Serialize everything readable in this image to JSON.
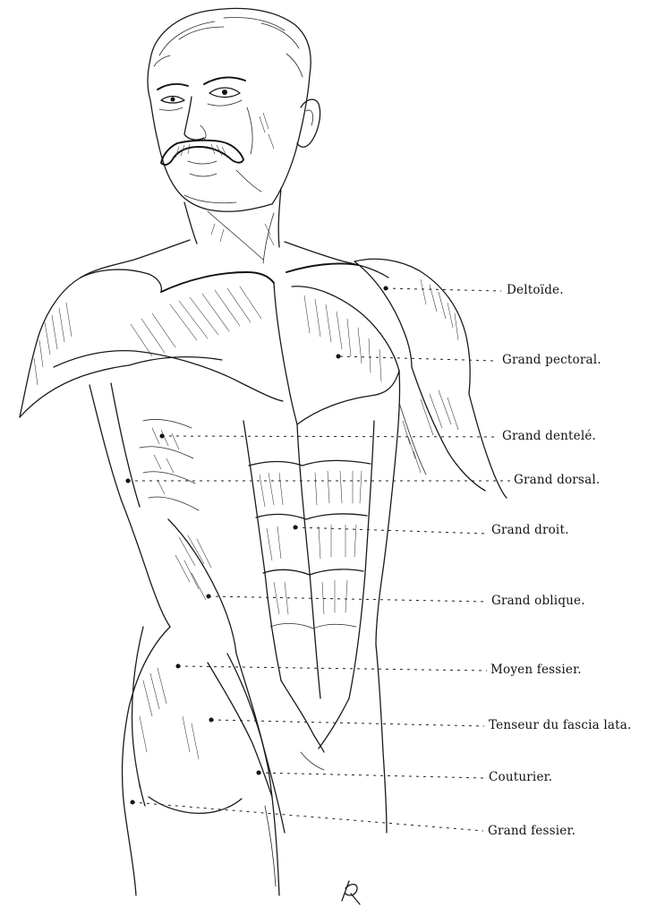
{
  "labels": [
    {
      "key": "deltoide",
      "text": "Deltoïde."
    },
    {
      "key": "grand_pectoral",
      "text": "Grand pectoral."
    },
    {
      "key": "grand_dentele",
      "text": "Grand dentelé."
    },
    {
      "key": "grand_dorsal",
      "text": "Grand dorsal."
    },
    {
      "key": "grand_droit",
      "text": "Grand droit."
    },
    {
      "key": "grand_oblique",
      "text": "Grand oblique."
    },
    {
      "key": "moyen_fessier",
      "text": "Moyen fessier."
    },
    {
      "key": "tenseur",
      "text": "Tenseur du fascia lata."
    },
    {
      "key": "couturier",
      "text": "Couturier."
    },
    {
      "key": "grand_fessier",
      "text": "Grand fessier."
    }
  ],
  "signature": {
    "text": "PR",
    "kind": "artist-monogram"
  },
  "colors": {
    "ink": "#1a1a1a",
    "paper": "#ffffff"
  }
}
